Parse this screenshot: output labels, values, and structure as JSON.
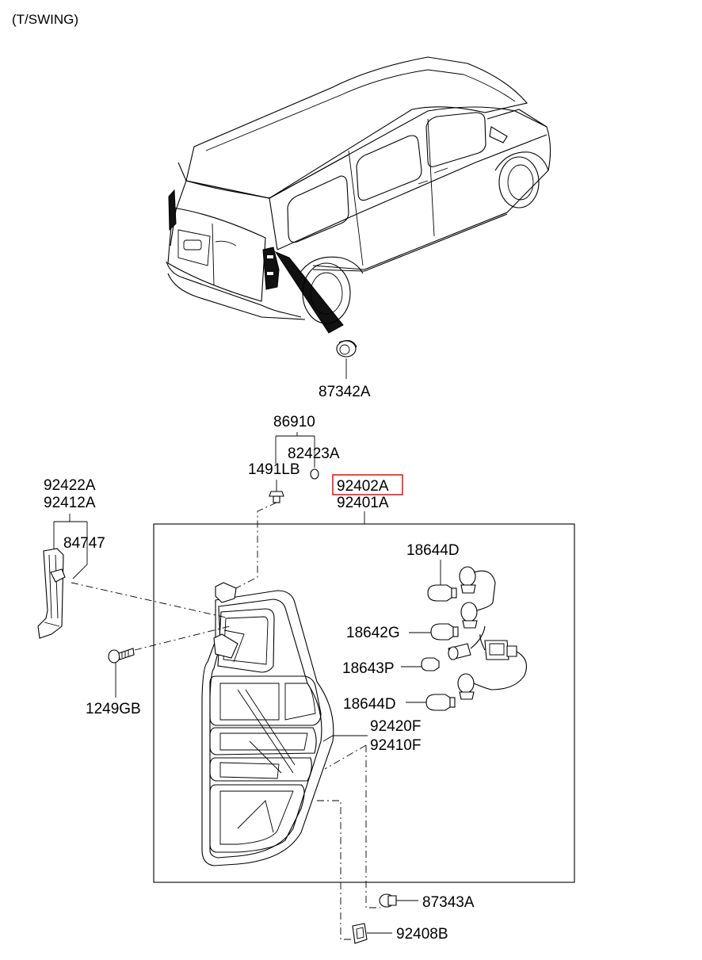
{
  "header": {
    "variant": "(T/SWING)"
  },
  "highlight_color": "#e0201f",
  "labels": {
    "p87342A": "87342A",
    "p86910": "86910",
    "p82423A": "82423A",
    "p1491LB": "1491LB",
    "p92402A": "92402A",
    "p92401A": "92401A",
    "p92422A": "92422A",
    "p92412A": "92412A",
    "p84747": "84747",
    "p1249GB": "1249GB",
    "p18644D_top": "18644D",
    "p18642G": "18642G",
    "p18643P": "18643P",
    "p18644D_bot": "18644D",
    "p92420F": "92420F",
    "p92410F": "92410F",
    "p87343A": "87343A",
    "p92408B": "92408B"
  },
  "icons": {
    "vehicle": "minivan-rear-view-icon",
    "lamp": "tail-lamp-assembly-icon",
    "bulb": "bulb-icon",
    "socket": "bulb-socket-icon",
    "bracket": "bracket-icon",
    "screw": "screw-icon",
    "grommet": "grommet-icon",
    "clip": "clip-icon"
  }
}
